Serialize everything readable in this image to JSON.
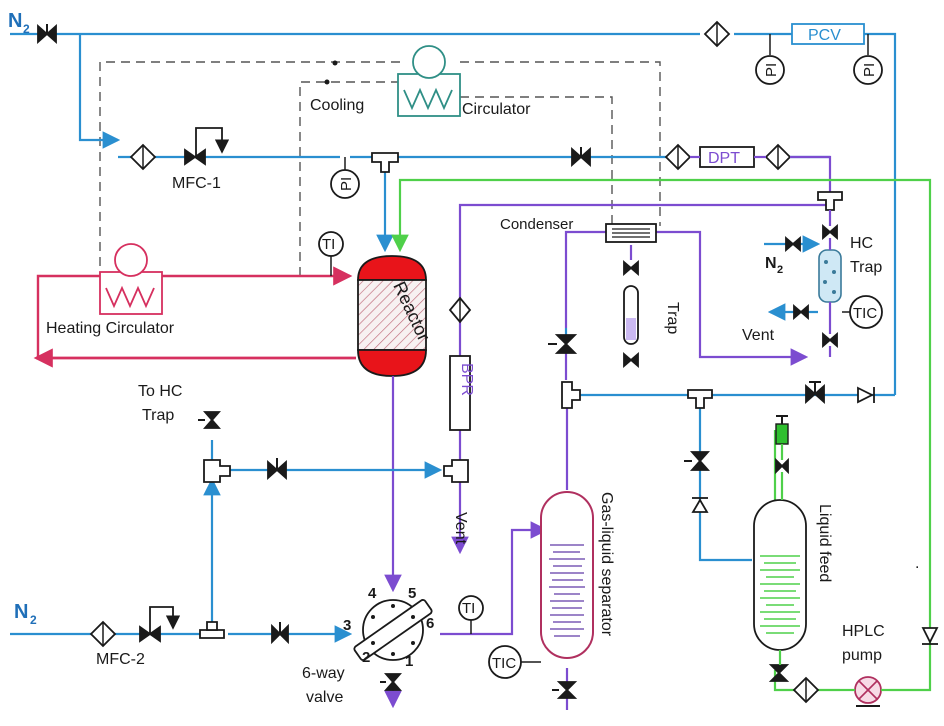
{
  "labels": {
    "n2_top": "N",
    "n2_top_sub": "2",
    "n2_mid": "N",
    "n2_mid_sub": "2",
    "n2_bottom": "N",
    "n2_bottom_sub": "2",
    "pcv": "PCV",
    "dpt": "DPT",
    "pi": "PI",
    "ti": "TI",
    "tic": "TIC",
    "mfc1": "MFC-1",
    "mfc2": "MFC-2",
    "cooling": "Cooling",
    "circulator": "Circulator",
    "heating_circulator": "Heating Circulator",
    "reactor": "Reactor",
    "condenser": "Condenser",
    "trap": "Trap",
    "hc": "HC",
    "hc_trap": "Trap",
    "vent_right": "Vent",
    "vent_mid": "Vent",
    "bpr": "BPR",
    "to_hc": "To HC",
    "to_hc_trap": "Trap",
    "valve_6way_line1": "6-way",
    "valve_6way_line2": "valve",
    "gas_liquid_separator": "Gas-liquid separator",
    "liquid_feed": "Liquid feed",
    "hplc_line1": "HPLC",
    "hplc_line2": "pump",
    "port_1": "1",
    "port_2": "2",
    "port_3": "3",
    "port_4": "4",
    "port_5": "5",
    "port_6": "6",
    "dot": "."
  },
  "colors": {
    "n2_line": "#2a8fd0",
    "vapor_line": "#7c4cd0",
    "liquid_line": "#4fd04a",
    "heating_loop": "#d6305f",
    "reactor_top": "#e8141a",
    "cooling_loop": "#555555"
  }
}
